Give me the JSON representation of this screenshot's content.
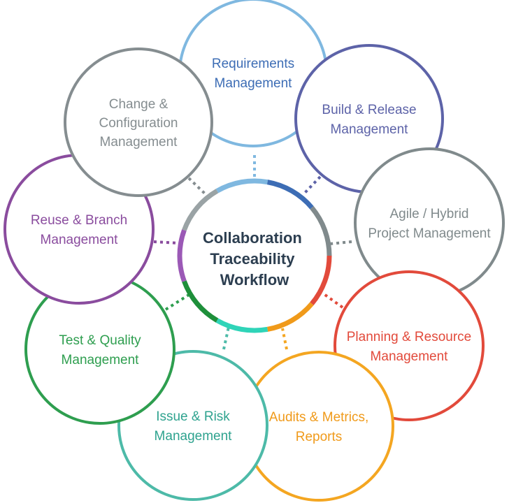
{
  "center": {
    "lines": [
      "Collaboration",
      "Traceability",
      "Workflow"
    ],
    "color": "#2c3e50"
  },
  "nodes": [
    {
      "id": "requirements",
      "lines": [
        "Requirements",
        "Management"
      ],
      "color": "#3d6db5",
      "ring": "#7fb8e0"
    },
    {
      "id": "build-release",
      "lines": [
        "Build & Release",
        "Management"
      ],
      "color": "#5d63a8",
      "ring": "#5d63a8"
    },
    {
      "id": "agile-hybrid",
      "lines": [
        "Agile / Hybrid",
        "Project Management"
      ],
      "color": "#808a8c",
      "ring": "#808a8c"
    },
    {
      "id": "planning-resource",
      "lines": [
        "Planning & Resource",
        "Management"
      ],
      "color": "#e24a3b",
      "ring": "#e24a3b"
    },
    {
      "id": "audits-metrics",
      "lines": [
        "Audits & Metrics,",
        "Reports"
      ],
      "color": "#f09a1a",
      "ring": "#f4a621"
    },
    {
      "id": "issue-risk",
      "lines": [
        "Issue & Risk",
        "Management"
      ],
      "color": "#2fa38f",
      "ring": "#4dbaa8"
    },
    {
      "id": "test-quality",
      "lines": [
        "Test & Quality",
        "Management"
      ],
      "color": "#2e9e4f",
      "ring": "#2e9e4f"
    },
    {
      "id": "reuse-branch",
      "lines": [
        "Reuse & Branch",
        "Management"
      ],
      "color": "#8a4c9e",
      "ring": "#8a4c9e"
    },
    {
      "id": "change-config",
      "lines": [
        "Change &",
        "Configuration",
        "Management"
      ],
      "color": "#858d90",
      "ring": "#858d90"
    }
  ],
  "center_ring_colors": [
    "#7fb8e0",
    "#3d6db5",
    "#808a8c",
    "#e24a3b",
    "#f09a1a",
    "#2fd4b8",
    "#1e8f3a",
    "#9b59b6",
    "#9aa3a5"
  ]
}
